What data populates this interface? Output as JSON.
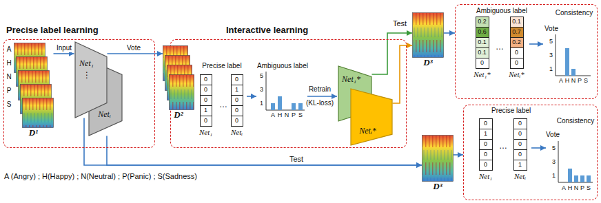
{
  "diagram": {
    "nodes": [
      {
        "text": [
          "Precise label learning"
        ]
      },
      {
        "text": [
          "D¹"
        ],
        "in": 0
      },
      {
        "text": [
          "Net₁"
        ],
        "in": 0
      },
      {
        "text": [
          "Netᵢ"
        ],
        "in": 0
      },
      {
        "text": [
          "Interactive learning"
        ]
      },
      {
        "text": [
          "D²"
        ]
      },
      {
        "text": [
          "0",
          "0",
          "0",
          "1",
          "0",
          "Net₁"
        ],
        "in": 4
      },
      {
        "text": [
          "0",
          "1",
          "0",
          "0",
          "0",
          "Netᵢ"
        ],
        "in": 4
      },
      {
        "text": [
          "Net₁*"
        ],
        "in": 4
      },
      {
        "text": [
          "Netᵢ*"
        ],
        "in": 4
      },
      {
        "text": [
          "D³"
        ]
      },
      {
        "text": [
          "Ambiguous label"
        ]
      },
      {
        "text": [
          "0.2",
          "0.6",
          "0.1",
          "0.1",
          "0",
          "Net₁*"
        ],
        "in": 11
      },
      {
        "text": [
          "0.1",
          "0.7",
          "0.2",
          "0",
          "0",
          "Netᵢ*"
        ],
        "in": 11
      },
      {
        "text": [
          "D³"
        ]
      },
      {
        "text": [
          "Precise label"
        ]
      },
      {
        "text": [
          "0",
          "1",
          "0",
          "0",
          "0",
          "Net₁"
        ],
        "in": 15
      },
      {
        "text": [
          "0",
          "0",
          "0",
          "0",
          "1",
          "Netᵢ"
        ],
        "in": 15
      }
    ],
    "edges": [
      {
        "from": 1,
        "to": 2,
        "arrow": "to",
        "label": "Input"
      },
      {
        "from": 2,
        "to": 5,
        "arrow": "to",
        "label": "Vote"
      },
      {
        "from": 8,
        "to": 10,
        "arrow": "to",
        "label": "Test"
      },
      {
        "from": 9,
        "to": 10,
        "arrow": "to"
      },
      {
        "from": 10,
        "to": 11,
        "arrow": "to"
      },
      {
        "from": 2,
        "to": 14,
        "arrow": "to",
        "label": "Test"
      },
      {
        "from": 3,
        "to": 14,
        "arrow": "to"
      },
      {
        "from": 14,
        "to": 15,
        "arrow": "to"
      }
    ],
    "labels": [
      "A",
      "H",
      "N",
      "P",
      "S",
      "⋮",
      "Precise label",
      "…",
      "Ambiguous label",
      "5",
      "3",
      "1",
      "A",
      "H",
      "N",
      "P",
      "S",
      "Retrain",
      "(KL-loss)",
      "…",
      "Consistency",
      "Vote",
      "5",
      "3",
      "1",
      "A",
      "H",
      "N",
      "P",
      "S",
      "…",
      "Consistency",
      "Vote",
      "5",
      "3",
      "1",
      "A",
      "H",
      "N",
      "P",
      "S",
      "A (Angry) ; H(Happy) ; N(Neutral) ; P(Panic) ; S(Sadness)"
    ]
  }
}
